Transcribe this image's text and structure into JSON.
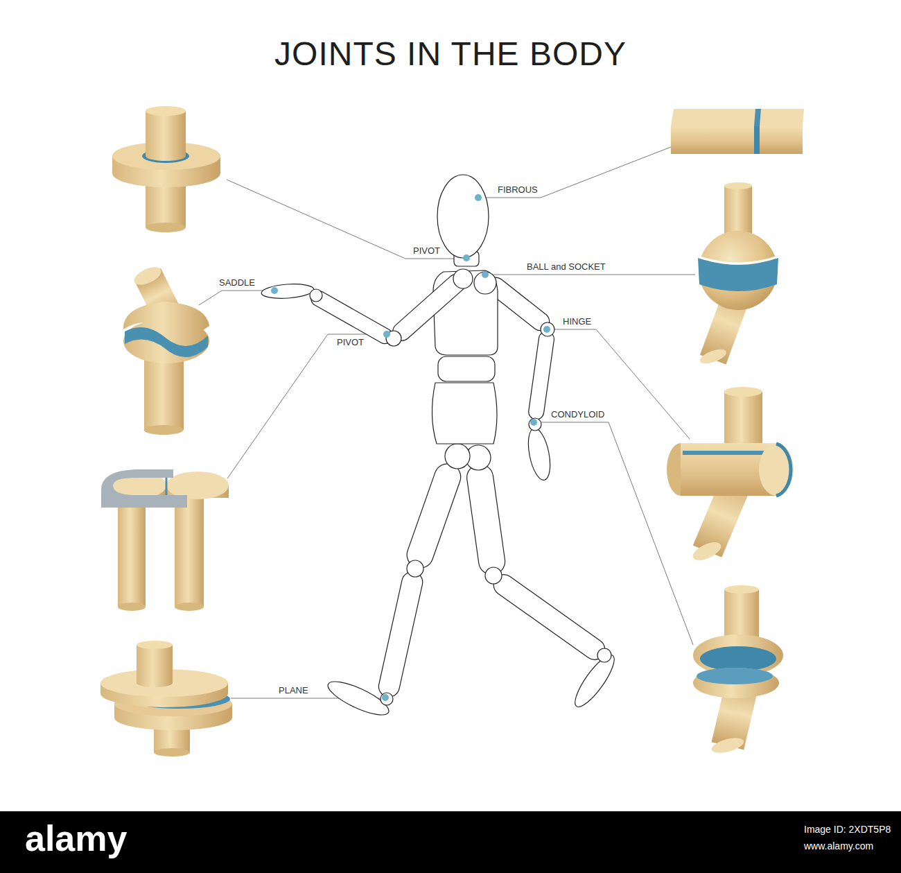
{
  "diagram": {
    "title": "JOINTS IN THE BODY",
    "labels": [
      "FIBROUS",
      "PIVOT",
      "BALL and SOCKET",
      "SADDLE",
      "PIVOT",
      "HINGE",
      "CONDYLOID",
      "PLANE",
      "alamy",
      "Image ID: 2XDT5P8",
      "www.alamy.com"
    ]
  }
}
